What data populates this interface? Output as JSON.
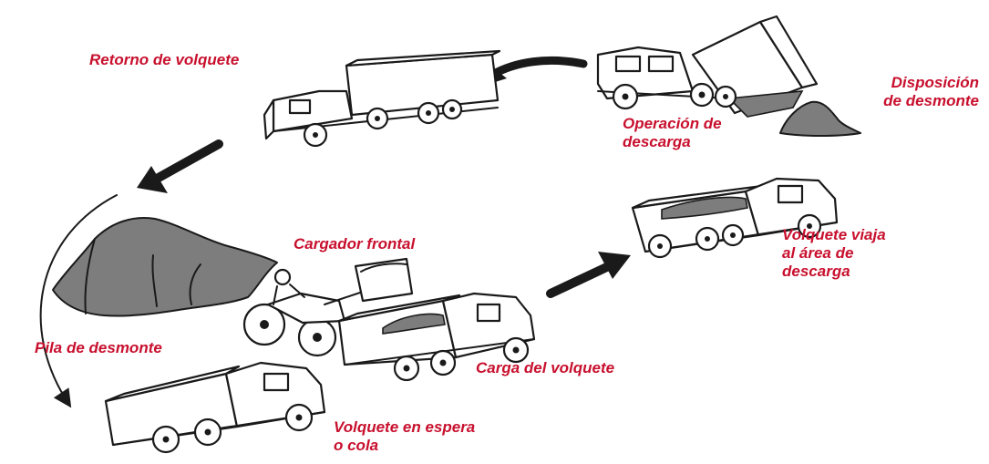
{
  "labels": {
    "return": "Retorno de volquete",
    "unloading": [
      "Operación de",
      "descarga"
    ],
    "disposal": [
      "Disposición",
      "de desmonte"
    ],
    "travel": [
      "Volquete viaja",
      "al área de",
      "descarga"
    ],
    "loader": "Cargador frontal",
    "pile": "Pila de desmonte",
    "loading": "Carga del volquete",
    "queue": [
      "Volquete en espera",
      "o cola"
    ]
  },
  "colors": {
    "label": "#c8102e",
    "ink": "#1a1a1a",
    "pile_fill": "#7d7d7d"
  },
  "icons": [
    "arrow-icon",
    "dump-truck-icon",
    "front-loader-icon",
    "waste-pile-icon"
  ]
}
